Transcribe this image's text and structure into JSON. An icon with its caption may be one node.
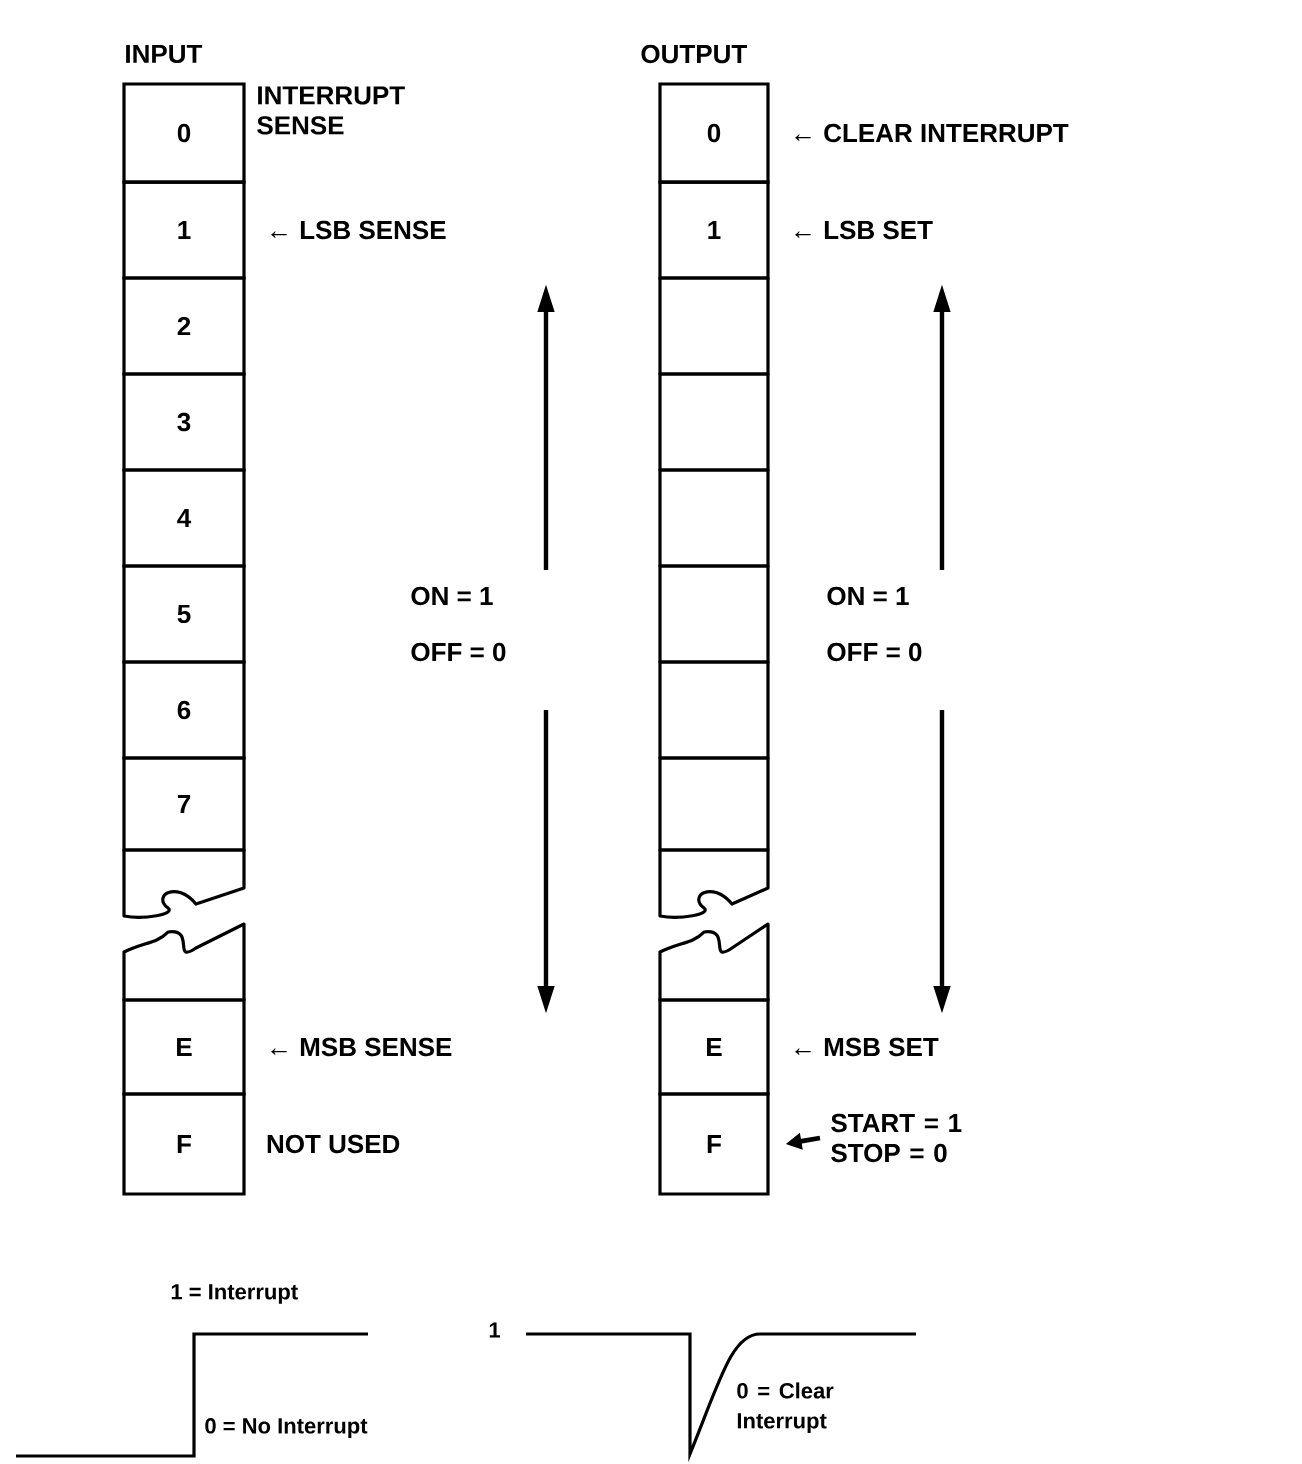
{
  "diagram": {
    "nodes": [
      {
        "text": [
          "0"
        ],
        "beside": [
          "INTERRUPT SENSE"
        ]
      },
      {
        "text": [
          "1"
        ],
        "beside": [
          "← LSB SENSE"
        ]
      },
      {
        "text": [
          "2"
        ]
      },
      {
        "text": [
          "3"
        ]
      },
      {
        "text": [
          "4"
        ]
      },
      {
        "text": [
          "5"
        ]
      },
      {
        "text": [
          "6"
        ]
      },
      {
        "text": [
          "7"
        ]
      },
      {
        "text": [],
        "shape": "box"
      },
      {
        "text": [],
        "shape": "box"
      },
      {
        "text": [
          "E"
        ],
        "beside": [
          "← MSB SENSE"
        ]
      },
      {
        "text": [
          "F"
        ],
        "beside": [
          "NOT USED"
        ]
      },
      {
        "text": [
          "0"
        ],
        "beside": [
          "← CLEAR INTERRUPT"
        ]
      },
      {
        "text": [
          "1"
        ],
        "beside": [
          "← LSB SET"
        ]
      },
      {
        "text": [],
        "shape": "box"
      },
      {
        "text": [],
        "shape": "box"
      },
      {
        "text": [],
        "shape": "box"
      },
      {
        "text": [],
        "shape": "box"
      },
      {
        "text": [],
        "shape": "box"
      },
      {
        "text": [],
        "shape": "box"
      },
      {
        "text": [],
        "shape": "box"
      },
      {
        "text": [],
        "shape": "box"
      },
      {
        "text": [
          "E"
        ],
        "beside": [
          "← MSB SET"
        ]
      },
      {
        "text": [
          "F"
        ]
      },
      {
        "text": [
          "START = 1 STOP = 0"
        ]
      }
    ],
    "edges": [
      {
        "from": 24,
        "to": 23,
        "arrow": "to"
      }
    ],
    "labels": [
      "INPUT",
      "OUTPUT",
      "ON = 1",
      "OFF = 0",
      "ON = 1",
      "OFF = 0",
      "1 = Interrupt",
      "1",
      "0 = No Interrupt",
      "0 = Clear Interrupt"
    ]
  }
}
